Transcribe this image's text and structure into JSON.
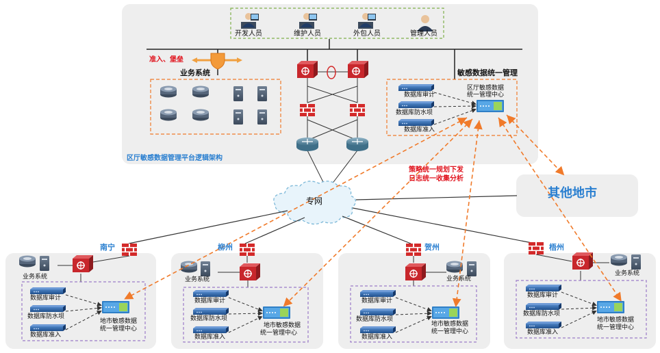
{
  "top": {
    "people": [
      "开发人员",
      "维护人员",
      "外包人员",
      "管理人员"
    ],
    "access_label": "准入、堡垒",
    "biz_label": "业务系统",
    "mgmt_label": "敏感数据统一管理",
    "device_labels": [
      "数据库审计",
      "数据库防水坝",
      "数据库准入"
    ],
    "center_label_1": "区厅敏感数据",
    "center_label_2": "统一管理中心",
    "caption": "区厅敏感数据管理平台逻辑架构"
  },
  "cloud_label": "专网",
  "strategy": {
    "line1": "策略统一规划下发",
    "line2": "日志统一收集分析"
  },
  "other_city": "其他地市",
  "cities": [
    {
      "name": "南宁",
      "biz": "业务系统"
    },
    {
      "name": "柳州",
      "biz": "业务系统"
    },
    {
      "name": "贺州",
      "biz": "业务系统"
    },
    {
      "name": "梧州",
      "biz": "业务系统"
    }
  ],
  "city_devices": [
    "数据库审计",
    "数据库防水坝",
    "数据库准入"
  ],
  "city_center_1": "地市敏感数据",
  "city_center_2": "统一管理中心",
  "colors": {
    "orange_dash": "#f07a2a",
    "purple_dash": "#9b7bc8",
    "green_dash": "#7fb04a",
    "panel": "#eeeeee",
    "blue_text": "#2a7fd0",
    "red_text": "#e0121c",
    "firewall": "#d32a2a",
    "device_blue": "#2d5d9a"
  }
}
